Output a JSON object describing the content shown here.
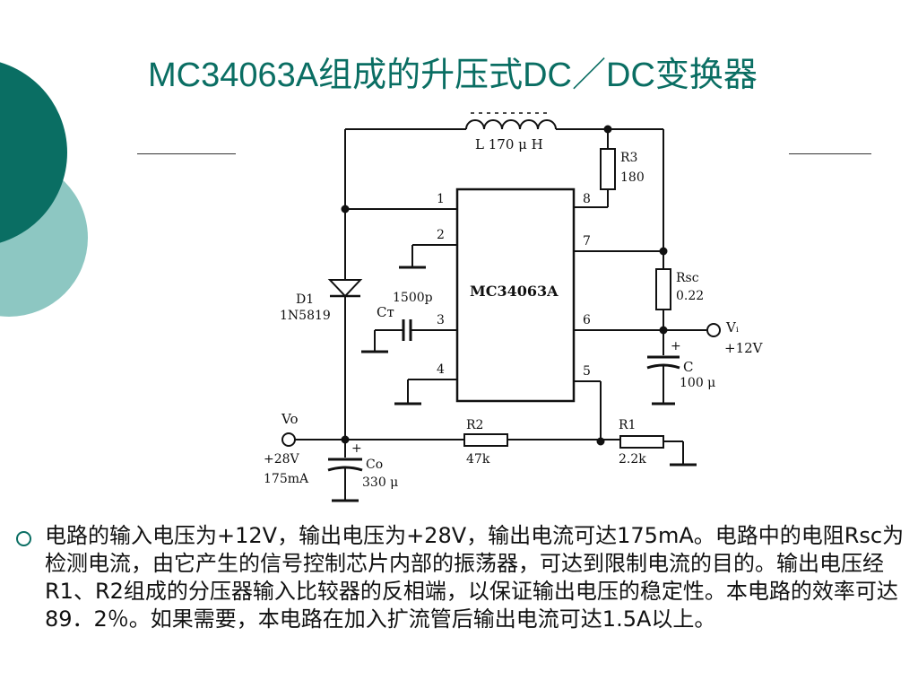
{
  "slide": {
    "title": "MC34063A组成的升压式DC／DC变换器",
    "paragraph": "电路的输入电压为+12V，输出电压为+28V，输出电流可达175mA。电路中的电阻Rsc为检测电流，由它产生的信号控制芯片内部的振荡器，可达到限制电流的目的。输出电压经R1、R2组成的分压器输入比较器的反相端，以保证输出电压的稳定性。本电路的效率可达89．2％。如果需要，本电路在加入扩流管后输出电流可达1.5A以上。"
  },
  "colors": {
    "accent": "#0a6e63",
    "light": "#8dc7c2"
  },
  "schematic": {
    "chip_label": "MC34063A",
    "pins": {
      "p1": "1",
      "p2": "2",
      "p3": "3",
      "p4": "4",
      "p5": "5",
      "p6": "6",
      "p7": "7",
      "p8": "8"
    },
    "inductor": "L  170 μ H",
    "r3_name": "R3",
    "r3_value": "180",
    "rsc_name": "Rsc",
    "rsc_value": "0.22",
    "vi_label": "Vᵢ",
    "vi_value": "+12V",
    "c_name": "C",
    "c_value": "100 μ",
    "d1_name": "D1",
    "d1_part": "1N5819",
    "ct_name": "Cт",
    "ct_value": "1500p",
    "vo_label": "Vo",
    "vo_value": "+28V",
    "vo_current": "175mA",
    "r2_name": "R2",
    "r2_value": "47k",
    "r1_name": "R1",
    "r1_value": "2.2k",
    "co_name": "Co",
    "co_value": "330 μ",
    "plus": "+"
  }
}
